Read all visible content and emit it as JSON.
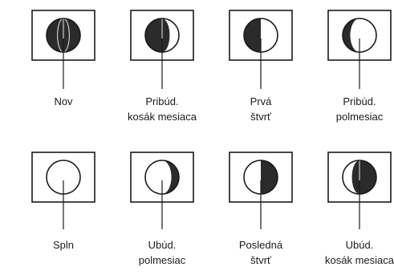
{
  "phases": [
    {
      "id": "new",
      "label_lines": [
        "Nov"
      ],
      "fill": "full"
    },
    {
      "id": "waxing-crescent",
      "label_lines": [
        "Pribúd.",
        "kosák mesiaca"
      ],
      "fill": "mostly"
    },
    {
      "id": "first-quarter",
      "label_lines": [
        "Prvá",
        "štvrť"
      ],
      "fill": "left-half"
    },
    {
      "id": "waxing-half",
      "label_lines": [
        "Pribúd.",
        "polmesiac"
      ],
      "fill": "left-crescent"
    },
    {
      "id": "full",
      "label_lines": [
        "Spln"
      ],
      "fill": "none"
    },
    {
      "id": "waning-half",
      "label_lines": [
        "Ubúd.",
        "polmesiac"
      ],
      "fill": "right-crescent"
    },
    {
      "id": "last-quarter",
      "label_lines": [
        "Posledná",
        "štvrť"
      ],
      "fill": "right-half"
    },
    {
      "id": "waning-crescent",
      "label_lines": [
        "Ubúd.",
        "kosák mesiaca"
      ],
      "fill": "mostly-right"
    }
  ],
  "colors": {
    "ink": "#1a1a1a",
    "shade": "#2b2b2b",
    "background": "#ffffff"
  }
}
